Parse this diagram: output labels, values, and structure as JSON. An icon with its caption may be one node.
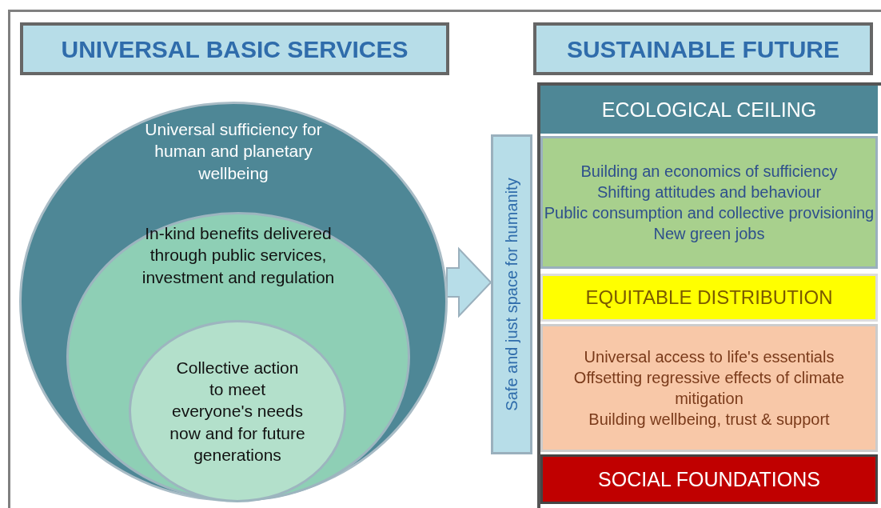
{
  "diagram": {
    "nodes": [
      {
        "text": [
          "UNIVERSAL BASIC SERVICES"
        ]
      },
      {
        "text": [
          "Universal sufficiency for human and planetary wellbeing"
        ]
      },
      {
        "text": [
          "In-kind benefits delivered through public services, investment and regulation"
        ],
        "in": 1
      },
      {
        "text": [
          "Collective action to meet everyone's needs now and for future generations"
        ],
        "in": 2
      },
      {
        "text": [
          "SUSTAINABLE FUTURE"
        ]
      },
      {
        "text": [
          "Safe and just space for humanity"
        ]
      },
      {
        "text": [
          "ECOLOGICAL CEILING"
        ]
      },
      {
        "text": [
          "Building an economics of sufficiency",
          "Shifting attitudes and behaviour",
          "Public consumption and collective provisioning",
          "New green jobs"
        ]
      },
      {
        "text": [
          "EQUITABLE DISTRIBUTION"
        ]
      },
      {
        "text": [
          "Universal access to life's essentials",
          "Offsetting regressive effects of climate mitigation",
          "Building wellbeing, trust & support"
        ]
      },
      {
        "text": [
          "SOCIAL FOUNDATIONS"
        ]
      }
    ],
    "edges": [
      {
        "from": 1,
        "to": 5,
        "arrow": "to"
      }
    ]
  }
}
